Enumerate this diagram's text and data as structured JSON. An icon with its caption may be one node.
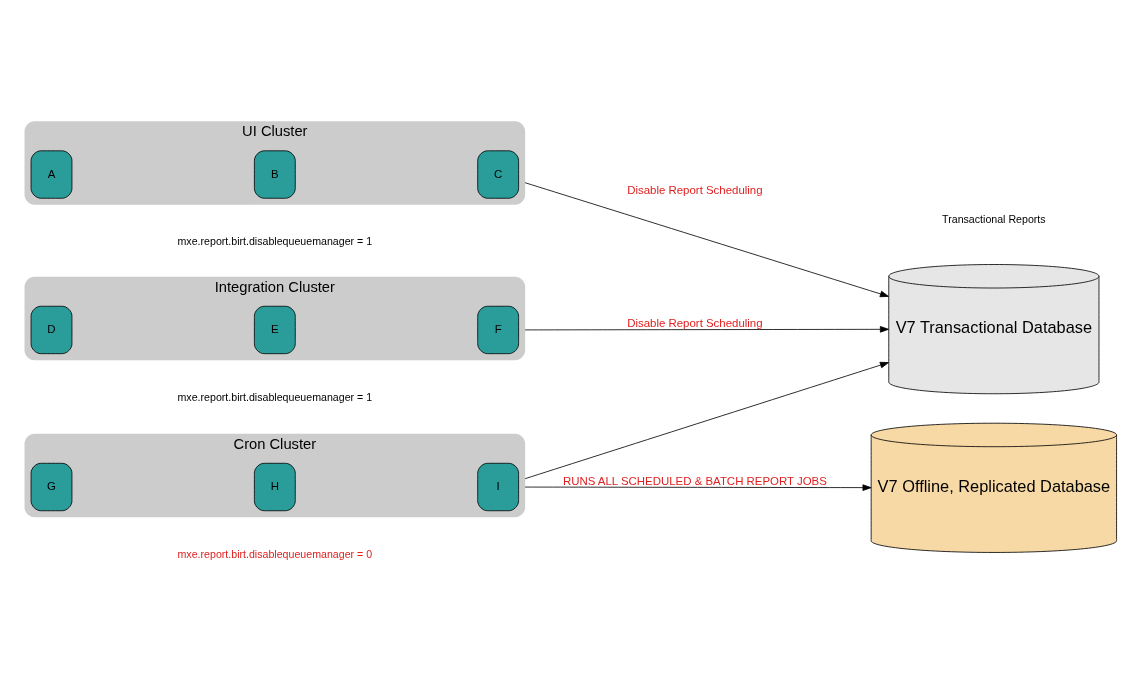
{
  "diagram": {
    "nodes": [
      {
        "text": [
          "UI Cluster"
        ],
        "beside": [
          "mxe.report.birt.disablequeuemanager = 1"
        ]
      },
      {
        "text": [
          "A"
        ],
        "in": 0
      },
      {
        "text": [
          "B"
        ],
        "in": 0
      },
      {
        "text": [
          "C"
        ],
        "in": 0
      },
      {
        "text": [
          "Integration Cluster"
        ],
        "beside": [
          "mxe.report.birt.disablequeuemanager = 1"
        ]
      },
      {
        "text": [
          "D"
        ],
        "in": 4
      },
      {
        "text": [
          "E"
        ],
        "in": 4
      },
      {
        "text": [
          "F"
        ],
        "in": 4
      },
      {
        "text": [
          "Cron Cluster"
        ],
        "beside": [
          "mxe.report.birt.disablequeuemanager = 0"
        ]
      },
      {
        "text": [
          "G"
        ],
        "in": 8
      },
      {
        "text": [
          "H"
        ],
        "in": 8
      },
      {
        "text": [
          "I"
        ],
        "in": 8
      },
      {
        "text": [
          "V7 Transactional Database"
        ]
      },
      {
        "text": [
          "V7 Offline, Replicated Database"
        ]
      }
    ],
    "edges": [
      {
        "from": 0,
        "to": 12,
        "arrow": "to",
        "label": "Disable Report Scheduling"
      },
      {
        "from": 4,
        "to": 12,
        "arrow": "to",
        "label": "Disable Report Scheduling"
      },
      {
        "from": 8,
        "to": 12,
        "arrow": "to"
      },
      {
        "from": 8,
        "to": 13,
        "arrow": "to",
        "label": "RUNS ALL SCHEDULED & BATCH REPORT JOBS"
      }
    ],
    "labels": [
      "Transactional Reports"
    ]
  }
}
